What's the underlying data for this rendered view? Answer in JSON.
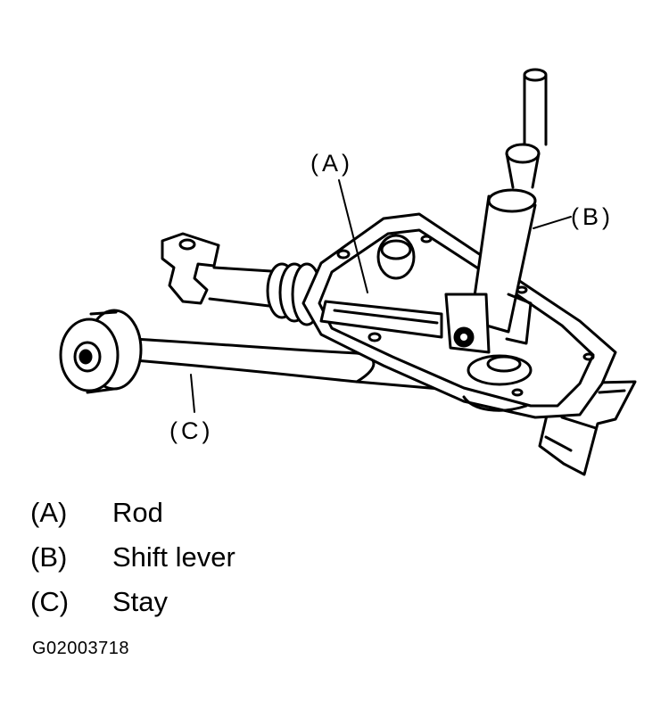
{
  "callouts": {
    "a": "(A)",
    "b": "(B)",
    "c": "(C)"
  },
  "legend": [
    {
      "key": "(A)",
      "label": "Rod"
    },
    {
      "key": "(B)",
      "label": "Shift lever"
    },
    {
      "key": "(C)",
      "label": "Stay"
    }
  ],
  "figure_id": "G02003718",
  "colors": {
    "ink": "#000000",
    "paper": "#ffffff"
  }
}
